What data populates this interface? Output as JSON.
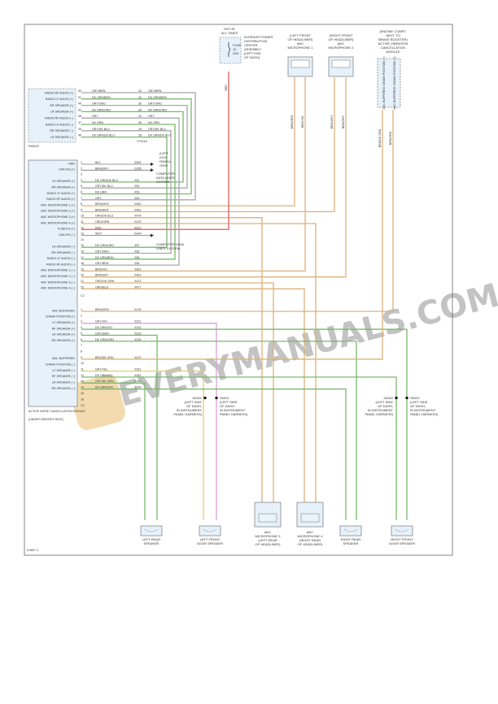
{
  "diagram_id": "8 9807 4",
  "watermark": "EVERYMANUALS.COM",
  "colors": {
    "green": "#79b86c",
    "tan": "#dcb27a",
    "red": "#e77070",
    "pink": "#d9a3d9",
    "gray": "#a8a8a8",
    "box": "#e6f1f9",
    "yellow": "#d8d070"
  },
  "radio": {
    "name": "RADIO",
    "connector": "X7201A",
    "pins": [
      {
        "label": "RADIO RF AUDIO (+)",
        "pin": "50",
        "color": "GRY/BRN",
        "pin2": "33"
      },
      {
        "label": "RADIO LF AUDIO (+)",
        "pin": "51",
        "color": "DK GRN/BRN",
        "pin2": "32"
      },
      {
        "label": "RR SPEAKER (+)",
        "pin": "49",
        "color": "GRY/ORG",
        "pin2": "35"
      },
      {
        "label": "LR SPEAKER (+)",
        "pin": "52",
        "color": "DK GRN/ORG",
        "pin2": "34"
      },
      {
        "label": "RADIO RF AUDIO (−)",
        "pin": "48",
        "color": "GRY",
        "pin2": "31"
      },
      {
        "label": "RADIO LF AUDIO (−)",
        "pin": "47",
        "color": "DK GRN",
        "pin2": "30"
      },
      {
        "label": "RR SPEAKER (−)",
        "pin": "45",
        "color": "GRY/DK BLU",
        "pin2": "29"
      },
      {
        "label": "LR SPEAKER (−)",
        "pin": "46",
        "color": "DK GRN/DK BLU",
        "pin2": "28"
      }
    ]
  },
  "anc_module": {
    "name": "ACTIVE NOISE CANCELLATION MODULE",
    "location": "(UNDER DRIVER'S SEAT)",
    "c1_label": "C2",
    "c2_label": "C3",
    "c1_pins": [
      {
        "pin": "1",
        "label": "GND",
        "color": "BLK",
        "circuit": "Z905"
      },
      {
        "pin": "2",
        "label": "CAN IHS (+)",
        "color": "BRN/GRY",
        "circuit": "D265"
      },
      {
        "pin": "3",
        "label": "",
        "color": "",
        "circuit": ""
      },
      {
        "pin": "4",
        "label": "LR SPEAKER (+)",
        "color": "DK GRN/DK BLU",
        "circuit": "X51"
      },
      {
        "pin": "5",
        "label": "RR SPEAKER (+)",
        "color": "GRY/DK BLU",
        "circuit": "X52"
      },
      {
        "pin": "6",
        "label": "RADIO LF AUDIO (+)",
        "color": "DK GRN",
        "circuit": "X53"
      },
      {
        "pin": "7",
        "label": "RADIO RF AUDIO (+)",
        "color": "GRY",
        "circuit": "X54"
      },
      {
        "pin": "8",
        "label": "ANC MICROPHONE 1 (+)",
        "color": "BRN/ORG",
        "circuit": "X460"
      },
      {
        "pin": "9",
        "label": "ANC MICROPHONE 2 (+)",
        "color": "BRN/WHT",
        "circuit": "X462"
      },
      {
        "pin": "10",
        "label": "ANC MICROPHONE 3 (+)",
        "color": "ORG/DK BLU",
        "circuit": "X474"
      },
      {
        "pin": "11",
        "label": "ANC MICROPHONE 4 (+)",
        "color": "ORG/GRN",
        "circuit": "X475"
      },
      {
        "pin": "12",
        "label": "FUSED B (+)",
        "color": "RED",
        "circuit": "A201"
      },
      {
        "pin": "13",
        "label": "CAN IHS (−)",
        "color": "WHT",
        "circuit": "D244"
      },
      {
        "pin": "14",
        "label": "",
        "color": "",
        "circuit": ""
      },
      {
        "pin": "15",
        "label": "LR SPEAKER (−)",
        "color": "DK GRN/ORG",
        "circuit": "X57"
      },
      {
        "pin": "16",
        "label": "RR SPEAKER (−)",
        "color": "GRY/ORG",
        "circuit": "X58"
      },
      {
        "pin": "17",
        "label": "RADIO LF AUDIO (−)",
        "color": "DK GRN/BRN",
        "circuit": "X56"
      },
      {
        "pin": "18",
        "label": "RADIO RF AUDIO (−)",
        "color": "GRY/BRN",
        "circuit": "X55"
      },
      {
        "pin": "19",
        "label": "ANC MICROPHONE 1 (−)",
        "color": "BRN/VIO",
        "circuit": "X461"
      },
      {
        "pin": "20",
        "label": "ANC MICROPHONE 2 (−)",
        "color": "BRN/GRY",
        "circuit": "X463"
      },
      {
        "pin": "21",
        "label": "ANC MICROPHONE 3 (−)",
        "color": "ORG/DK GRN",
        "circuit": "X473"
      },
      {
        "pin": "22",
        "label": "ANC MICROPHONE 4 (−)",
        "color": "ORG/BLU",
        "circuit": "X477"
      }
    ],
    "c2_pins": [
      {
        "pin": "1",
        "label": "ANC BUFFERED",
        "color": "BRN/GRN",
        "circuit": "X478"
      },
      {
        "pin": "2",
        "label": "CRANK POSITION (+)",
        "color": "",
        "circuit": ""
      },
      {
        "pin": "3",
        "label": "LF SPEAKER (+)",
        "color": "GRY/VIO",
        "circuit": "X201"
      },
      {
        "pin": "4",
        "label": "RF SPEAKER (+)",
        "color": "DK GRN/VIO",
        "circuit": "X202"
      },
      {
        "pin": "5",
        "label": "LR SPEAKER (+)",
        "color": "GRY/GRN",
        "circuit": "X203"
      },
      {
        "pin": "6",
        "label": "RR SPEAKER (+)",
        "color": "DK GRN/GRN",
        "circuit": "X205"
      },
      {
        "pin": "7",
        "label": "",
        "color": "",
        "circuit": ""
      },
      {
        "pin": "8",
        "label": "",
        "color": "",
        "circuit": ""
      },
      {
        "pin": "9",
        "label": "ANC BUFFERED",
        "color": "BRN/DK GRN",
        "circuit": "X479"
      },
      {
        "pin": "10",
        "label": "CRANK POSITION (−)",
        "color": "",
        "circuit": ""
      },
      {
        "pin": "11",
        "label": "LF SPEAKER (−)",
        "color": "GRY/YEL",
        "circuit": "X261"
      },
      {
        "pin": "12",
        "label": "RF SPEAKER (−)",
        "color": "DK GRN/YEL",
        "circuit": "X262"
      },
      {
        "pin": "13",
        "label": "LR SPEAKER (−)",
        "color": "GRY/DK GRN",
        "circuit": "X263"
      },
      {
        "pin": "14",
        "label": "RR SPEAKER (−)",
        "color": "DK GRN/GRY",
        "circuit": "X264"
      },
      {
        "pin": "15",
        "label": "",
        "color": "",
        "circuit": ""
      },
      {
        "pin": "16",
        "label": "",
        "color": "",
        "circuit": ""
      }
    ]
  },
  "notes": {
    "left_kick": [
      "(LEFT",
      "KICK",
      "PANEL)",
      "G905"
    ],
    "cds1": [
      "COMPUTER",
      "DATA LINES",
      "SYSTEM"
    ],
    "cds2": [
      "COMPUTER DATA",
      "LINES SYSTEM"
    ]
  },
  "fuse_box": {
    "hot": [
      "HOT AT",
      "ALL TIMES"
    ],
    "name": [
      "INTERIOR POWER",
      "DISTRIBUTION",
      "CENTER",
      "ASSEMBLY",
      "(LEFT END",
      "OF DASH)"
    ],
    "fuse": [
      "FUSE",
      "12",
      "25A"
    ],
    "wire": "RED"
  },
  "mic1": {
    "location": [
      "(LEFT FRONT",
      "OF HEADLINER)",
      "ANC",
      "MICROPHONE 1"
    ],
    "wires": [
      "BRN/ORG",
      "BRN/VIO"
    ]
  },
  "mic2": {
    "location": [
      "(RIGHT FRONT",
      "OF HEADLINER)",
      "ANC",
      "MICROPHONE 2"
    ],
    "wires": [
      "BRN/WHT",
      "BRN/GRY"
    ]
  },
  "avc": {
    "location": [
      "(ENGINE COMPT,",
      "NEXT TO",
      "BRAKE BOOSTER)",
      "ACTIVE VIBRATION",
      "CANCELLATION",
      "MODULE"
    ],
    "pins": [
      "ANC BUFFERED CRANK POSITION (−)",
      "ANC BUFFERED CRANK POSITION (+)"
    ],
    "wires": [
      "BRN/DK GRN",
      "BRN/GRN"
    ]
  },
  "splices": {
    "s261": [
      "S6261",
      "(LEFT SIDE",
      "OF DASH,",
      "IN INSTRUMENT",
      "PANEL HARNESS)"
    ],
    "s201": [
      "S6201",
      "(LEFT SIDE",
      "OF DASH,",
      "IN INSTRUMENT",
      "PANEL HARNESS)"
    ],
    "s262": [
      "S6262",
      "(LEFT SIDE",
      "OF DASH,",
      "IN INSTRUMENT",
      "PANEL HARNESS)"
    ],
    "s202": [
      "S6202",
      "(LEFT SIDE",
      "OF DASH,",
      "IN INSTRUMENT",
      "PANEL HARNESS)"
    ]
  },
  "bottom_components": {
    "left_rear_speaker": [
      "LEFT REAR",
      "SPEAKER"
    ],
    "left_front_speaker": [
      "LEFT FRONT",
      "DOOR SPEAKER"
    ],
    "mic3": [
      "ANC",
      "MICROPHONE 3",
      "(LEFT REAR",
      "OF HEADLINER)"
    ],
    "mic4": [
      "ANC",
      "MICROPHONE 4",
      "(RIGHT REAR",
      "OF HEADLINER)"
    ],
    "right_rear_speaker": [
      "RIGHT REAR",
      "SPEAKER"
    ],
    "right_front_speaker": [
      "RIGHT FRONT",
      "DOOR SPEAKER"
    ]
  }
}
